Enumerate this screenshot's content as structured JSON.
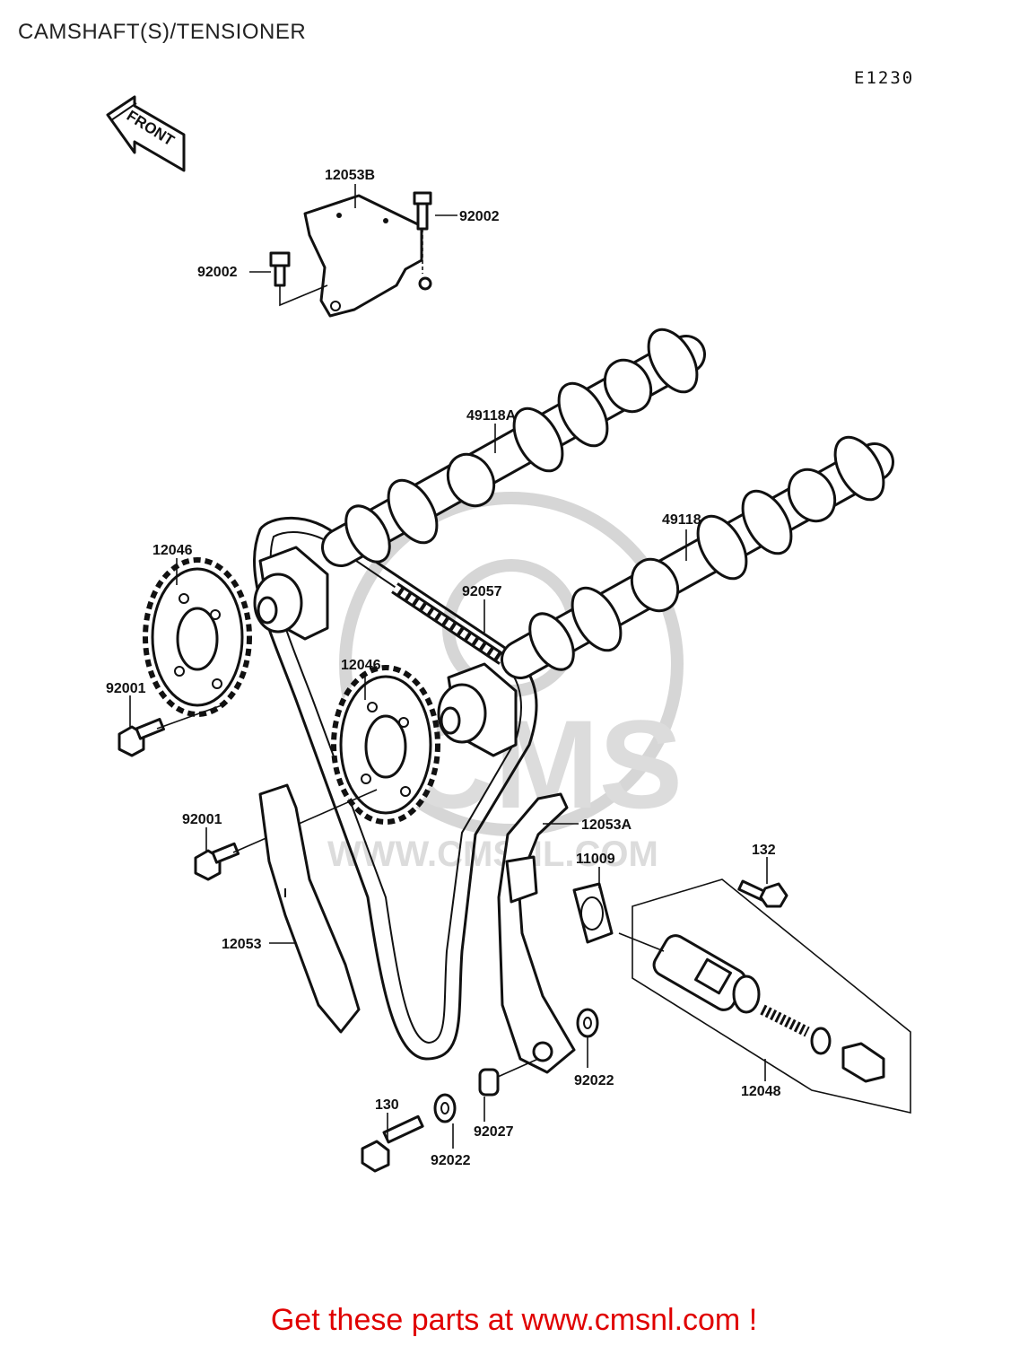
{
  "header": {
    "title": "CAMSHAFT(S)/TENSIONER",
    "diagram_code": "E1230"
  },
  "front_arrow_label": "FRONT",
  "watermark": {
    "logo_text": "CMS",
    "url_text": "WWW.CMSNL.COM"
  },
  "parts": [
    {
      "number": "12053B"
    },
    {
      "number": "92002"
    },
    {
      "number": "92002"
    },
    {
      "number": "49118A"
    },
    {
      "number": "49118"
    },
    {
      "number": "12046"
    },
    {
      "number": "92057"
    },
    {
      "number": "12046"
    },
    {
      "number": "92001"
    },
    {
      "number": "92001"
    },
    {
      "number": "12053A"
    },
    {
      "number": "132"
    },
    {
      "number": "11009"
    },
    {
      "number": "12053"
    },
    {
      "number": "92022"
    },
    {
      "number": "12048"
    },
    {
      "number": "130"
    },
    {
      "number": "92027"
    },
    {
      "number": "92022"
    }
  ],
  "footer": {
    "promo": "Get these parts at www.cmsnl.com !"
  }
}
